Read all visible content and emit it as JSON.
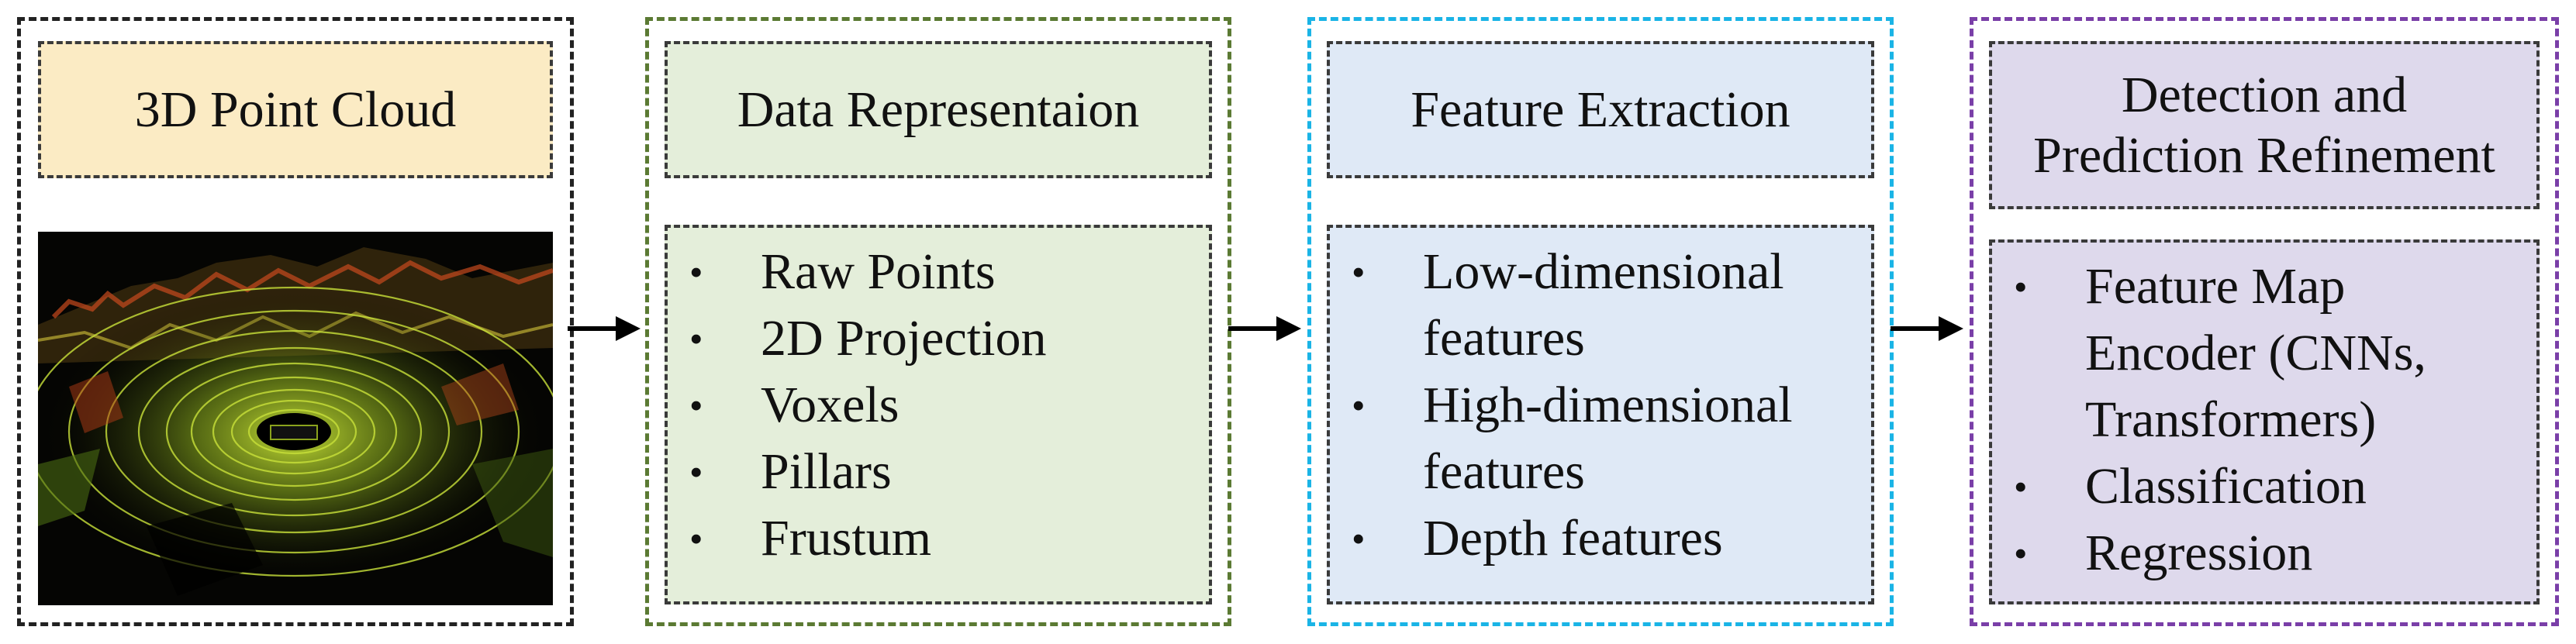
{
  "colors": {
    "stage1_border": "#222222",
    "stage2_border": "#5b7a33",
    "stage3_border": "#1ab4e6",
    "stage4_border": "#7a3fa8",
    "stage1_fill": "#fbebc4",
    "stage2_fill": "#e4eeda",
    "stage3_fill": "#dfe9f6",
    "stage4_fill": "#ded9ec",
    "arrow": "#000000"
  },
  "stages": [
    {
      "title": "3D Point Cloud"
    },
    {
      "title": "Data Representaion",
      "items": [
        "Raw Points",
        "2D Projection",
        "Voxels",
        "Pillars",
        "Frustum"
      ]
    },
    {
      "title": "Feature Extraction",
      "items": [
        {
          "line1": "Low-dimensional",
          "line2": "features"
        },
        {
          "line1": "High-dimensional",
          "line2": "features"
        },
        {
          "line1": "Depth features"
        }
      ]
    },
    {
      "title_line1": "Detection and",
      "title_line2": "Prediction Refinement",
      "items": [
        {
          "line1": "Feature Map",
          "line2": "Encoder (CNNs,",
          "line3": "Transformers)"
        },
        {
          "line1": "Classification"
        },
        {
          "line1": "Regression"
        }
      ]
    }
  ],
  "bullet_glyph": "•"
}
